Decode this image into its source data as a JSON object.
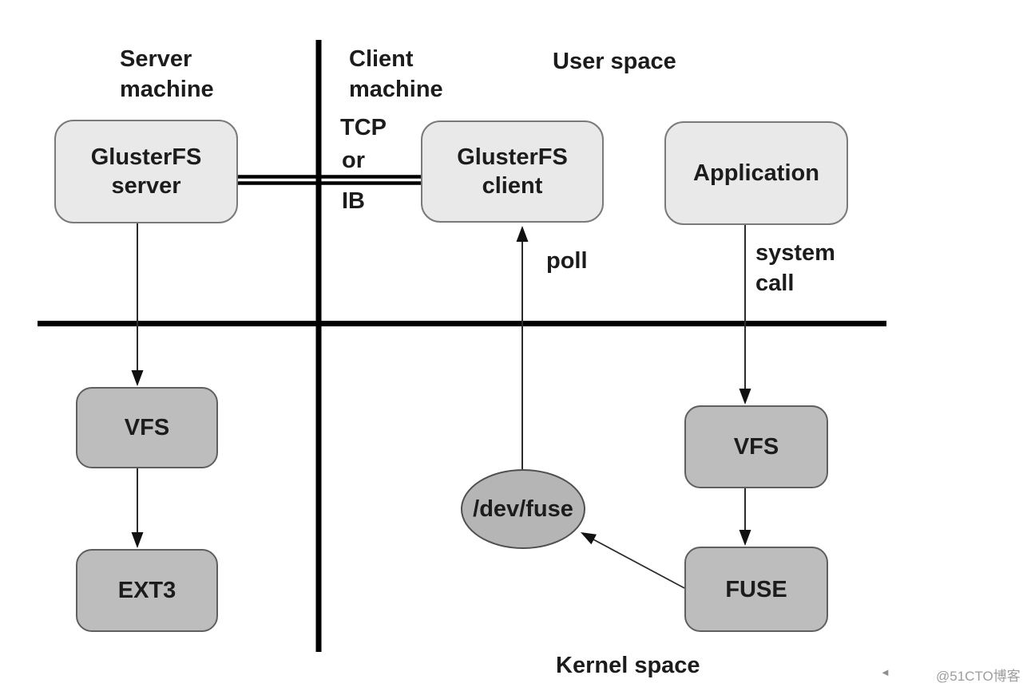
{
  "labels": {
    "server_machine": "Server\nmachine",
    "client_machine": "Client\nmachine",
    "user_space": "User space",
    "kernel_space": "Kernel space",
    "tcp": "TCP",
    "or": "or",
    "ib": "IB",
    "poll": "poll",
    "system_call": "system\ncall"
  },
  "nodes": {
    "glusterfs_server": "GlusterFS\nserver",
    "glusterfs_client": "GlusterFS\nclient",
    "application": "Application",
    "vfs_server": "VFS",
    "ext3": "EXT3",
    "vfs_client": "VFS",
    "fuse": "FUSE",
    "dev_fuse": "/dev/fuse"
  },
  "edges": [
    {
      "from": "glusterfs_server",
      "to": "glusterfs_client",
      "label": "TCP or IB",
      "style": "double-line"
    },
    {
      "from": "glusterfs_server",
      "to": "vfs_server",
      "label": "",
      "style": "arrow"
    },
    {
      "from": "vfs_server",
      "to": "ext3",
      "label": "",
      "style": "arrow"
    },
    {
      "from": "application",
      "to": "vfs_client",
      "label": "system call",
      "style": "arrow"
    },
    {
      "from": "vfs_client",
      "to": "fuse",
      "label": "",
      "style": "arrow"
    },
    {
      "from": "fuse",
      "to": "dev_fuse",
      "label": "",
      "style": "arrow"
    },
    {
      "from": "dev_fuse",
      "to": "glusterfs_client",
      "label": "poll",
      "style": "arrow"
    }
  ],
  "watermark": {
    "triangle": "◄",
    "text": "@51CTO博客"
  },
  "colors": {
    "light_box_fill": "#e9e9e9",
    "dark_box_fill": "#bdbdbd",
    "ellipse_fill": "#b5b5b5",
    "divider_line": "#000000",
    "arrow_line": "#2b2b2b",
    "text": "#1c1c1c",
    "watermark_text": "#9d9d9d"
  }
}
